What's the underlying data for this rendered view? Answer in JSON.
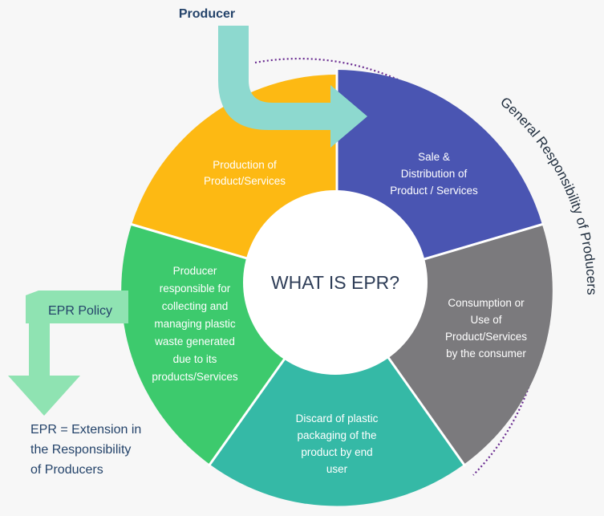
{
  "center": {
    "title": "WHAT IS EPR?"
  },
  "segments": [
    {
      "id": "production",
      "lines": [
        "Production of",
        "Product/Services"
      ],
      "color": "#fdb913"
    },
    {
      "id": "sale",
      "lines": [
        "Sale &",
        "Distribution of",
        "Product / Services"
      ],
      "color": "#4a55b2"
    },
    {
      "id": "consumption",
      "lines": [
        "Consumption or",
        "Use of",
        "Product/Services",
        "by the consumer"
      ],
      "color": "#7b7a7d"
    },
    {
      "id": "discard",
      "lines": [
        "Discard of plastic",
        "packaging of the",
        "product by end",
        "user"
      ],
      "color": "#35b9a6"
    },
    {
      "id": "producer-responsible",
      "lines": [
        "Producer",
        "responsible for",
        "collecting and",
        "managing plastic",
        "waste generated",
        "due to its",
        "products/Services"
      ],
      "color": "#3dca6d"
    }
  ],
  "producer_arrow": {
    "label": "Producer",
    "color": "#8dd9cf"
  },
  "policy_arrow": {
    "label": "EPR Policy",
    "color": "#8fe3b2"
  },
  "arc_label": "General Responsibility of Producers",
  "epr_definition": [
    "EPR = Extension in",
    "the Responsibility",
    "of Producers"
  ]
}
